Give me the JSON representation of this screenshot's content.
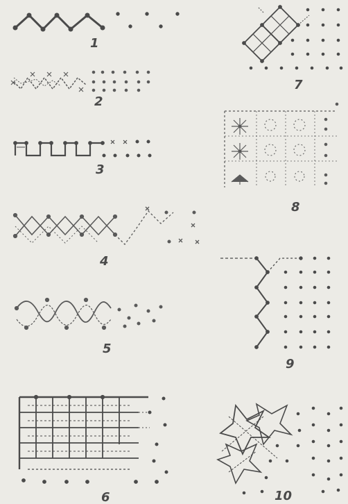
{
  "figures": [
    {
      "id": "1",
      "label": "1"
    },
    {
      "id": "2",
      "label": "2"
    },
    {
      "id": "3",
      "label": "3"
    },
    {
      "id": "4",
      "label": "4"
    },
    {
      "id": "5",
      "label": "5"
    },
    {
      "id": "6",
      "label": "6"
    },
    {
      "id": "7",
      "label": "7"
    },
    {
      "id": "8",
      "label": "8"
    },
    {
      "id": "9",
      "label": "9"
    },
    {
      "id": "10",
      "label": "10"
    }
  ],
  "colors": {
    "paper": "#ecebe6",
    "ink": "#4a4a4a",
    "light_ink": "#6b6b6b"
  }
}
